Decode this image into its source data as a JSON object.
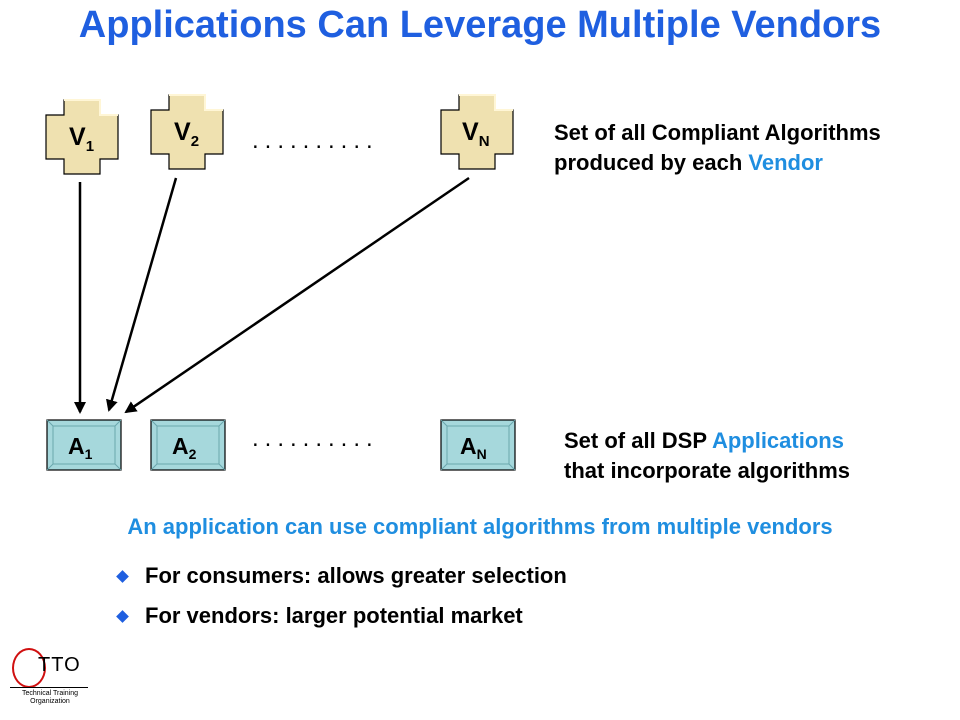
{
  "title": "Applications Can Leverage Multiple Vendors",
  "vendors": [
    {
      "letter": "V",
      "sub": "1"
    },
    {
      "letter": "V",
      "sub": "2"
    },
    {
      "letter": "V",
      "sub": "N"
    }
  ],
  "applications": [
    {
      "letter": "A",
      "sub": "1"
    },
    {
      "letter": "A",
      "sub": "2"
    },
    {
      "letter": "A",
      "sub": "N"
    }
  ],
  "ellipsis": "..........",
  "vendor_desc": {
    "line1": "Set of all Compliant Algorithms",
    "line2_prefix": "produced by each ",
    "line2_highlight": "Vendor"
  },
  "app_desc": {
    "line1_prefix": "Set of all DSP ",
    "line1_highlight": "Applications",
    "line2": "that incorporate algorithms"
  },
  "subhead": "An application can use compliant algorithms from multiple vendors",
  "bullets": [
    "For consumers: allows greater selection",
    "For vendors: larger potential market"
  ],
  "logo": {
    "text": "TTO",
    "sub_line1": "Technical Training",
    "sub_line2": "Organization"
  },
  "colors": {
    "title": "#1f5fe0",
    "highlight": "#1f8ee0",
    "vendor_fill": "#efe1b0",
    "app_fill": "#a6d8dc"
  }
}
